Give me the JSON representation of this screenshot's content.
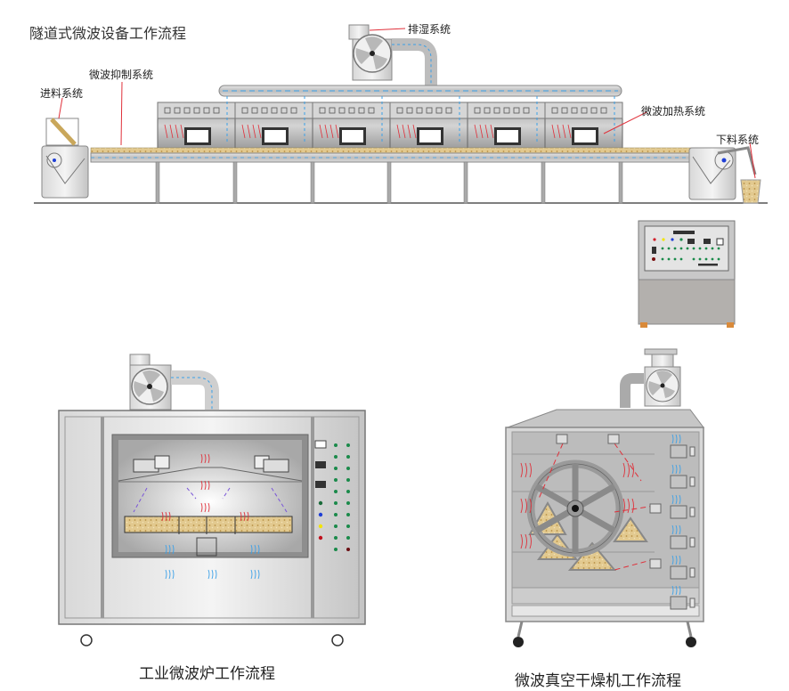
{
  "tunnel": {
    "title": "隧道式微波设备工作流程",
    "labels": {
      "exhaust": "排湿系统",
      "suppression": "微波抑制系统",
      "feeding": "进料系统",
      "heating": "微波加热系统",
      "discharge": "下料系统"
    },
    "module_count": 6
  },
  "control_cabinet": {
    "indicator_colors": [
      "#d21f2a",
      "#f2e400",
      "#1f3fd6",
      "#1a8a4a"
    ]
  },
  "industrial_oven": {
    "caption": "工业微波炉工作流程",
    "panel_lights": [
      "#1a6b3a",
      "#1f3fd6",
      "#f2e400",
      "#c0101c"
    ]
  },
  "vacuum_dryer": {
    "caption": "微波真空干燥机工作流程",
    "magnetron_count": 6
  },
  "colors": {
    "steel": "#c9c9c9",
    "steel_dark": "#8a8a8a",
    "microwave": "#e0303a",
    "vapor": "#3aa0e8",
    "material": "#d9b97a",
    "leader_line": "#e0303a"
  }
}
